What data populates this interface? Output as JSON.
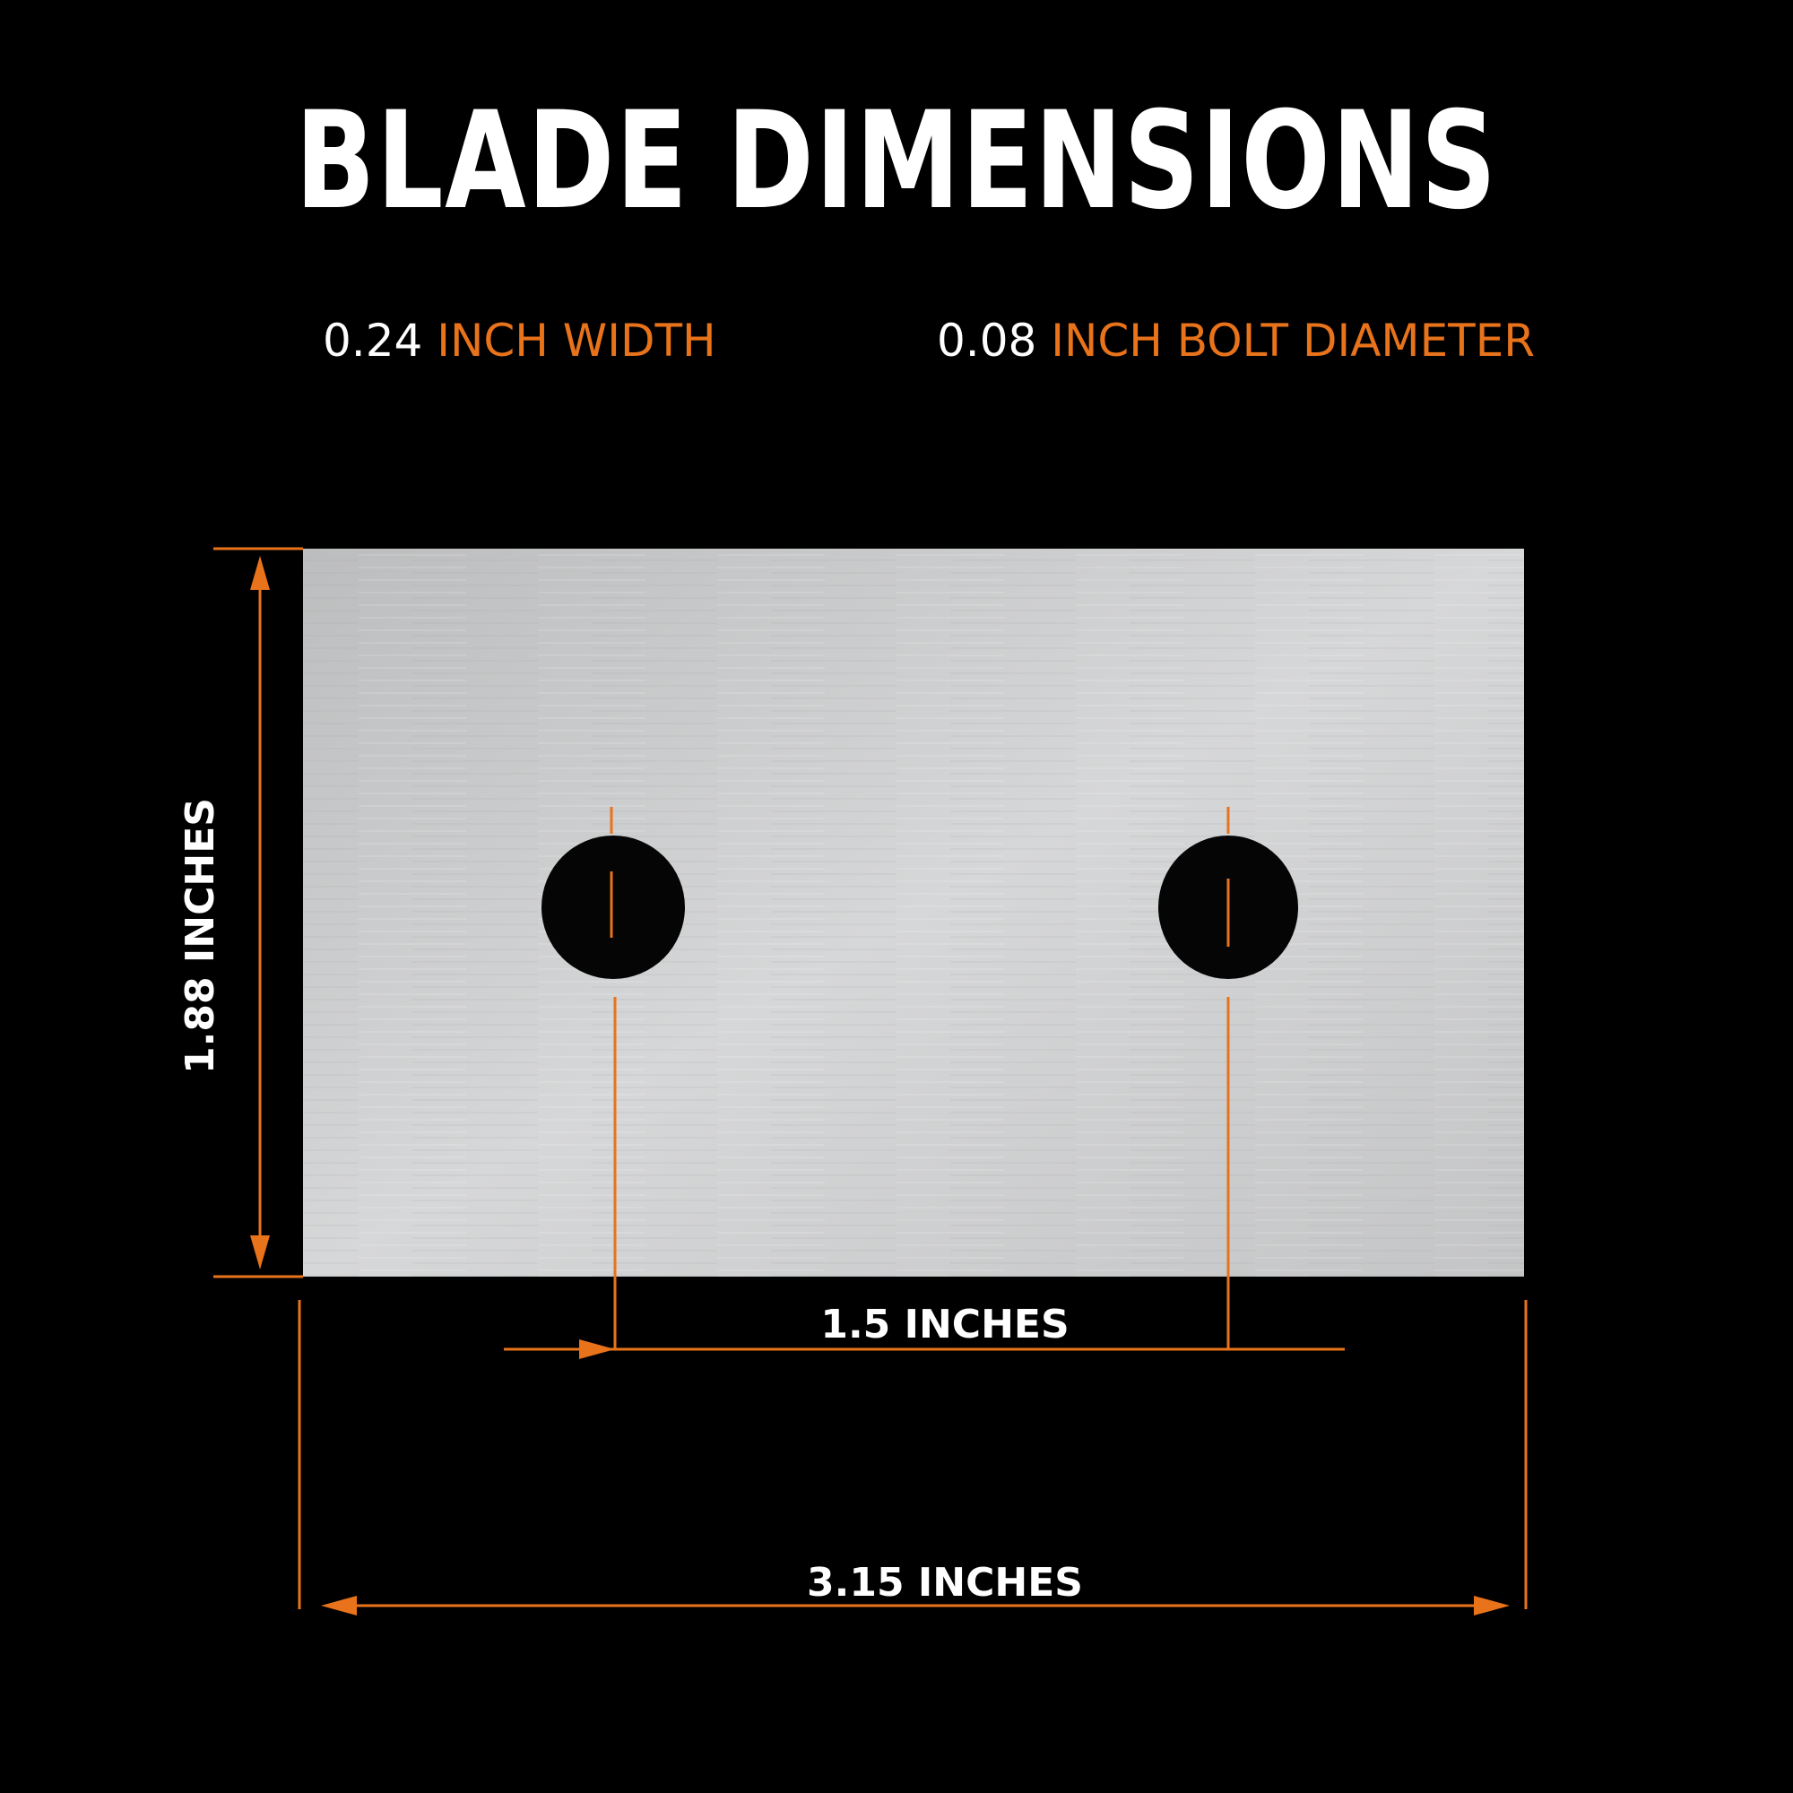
{
  "title": "BLADE DIMENSIONS",
  "specs": {
    "width": {
      "value": "0.24",
      "unit": "INCH WIDTH"
    },
    "bolt": {
      "value": "0.08",
      "unit": "INCH BOLT DIAMETER"
    }
  },
  "dimensions": {
    "height": "1.88 INCHES",
    "hole_spacing": "1.5 INCHES",
    "length": "3.15 INCHES"
  },
  "colors": {
    "accent": "#e8731a",
    "background": "#000000",
    "text": "#ffffff",
    "blade": "#c9cacb"
  }
}
